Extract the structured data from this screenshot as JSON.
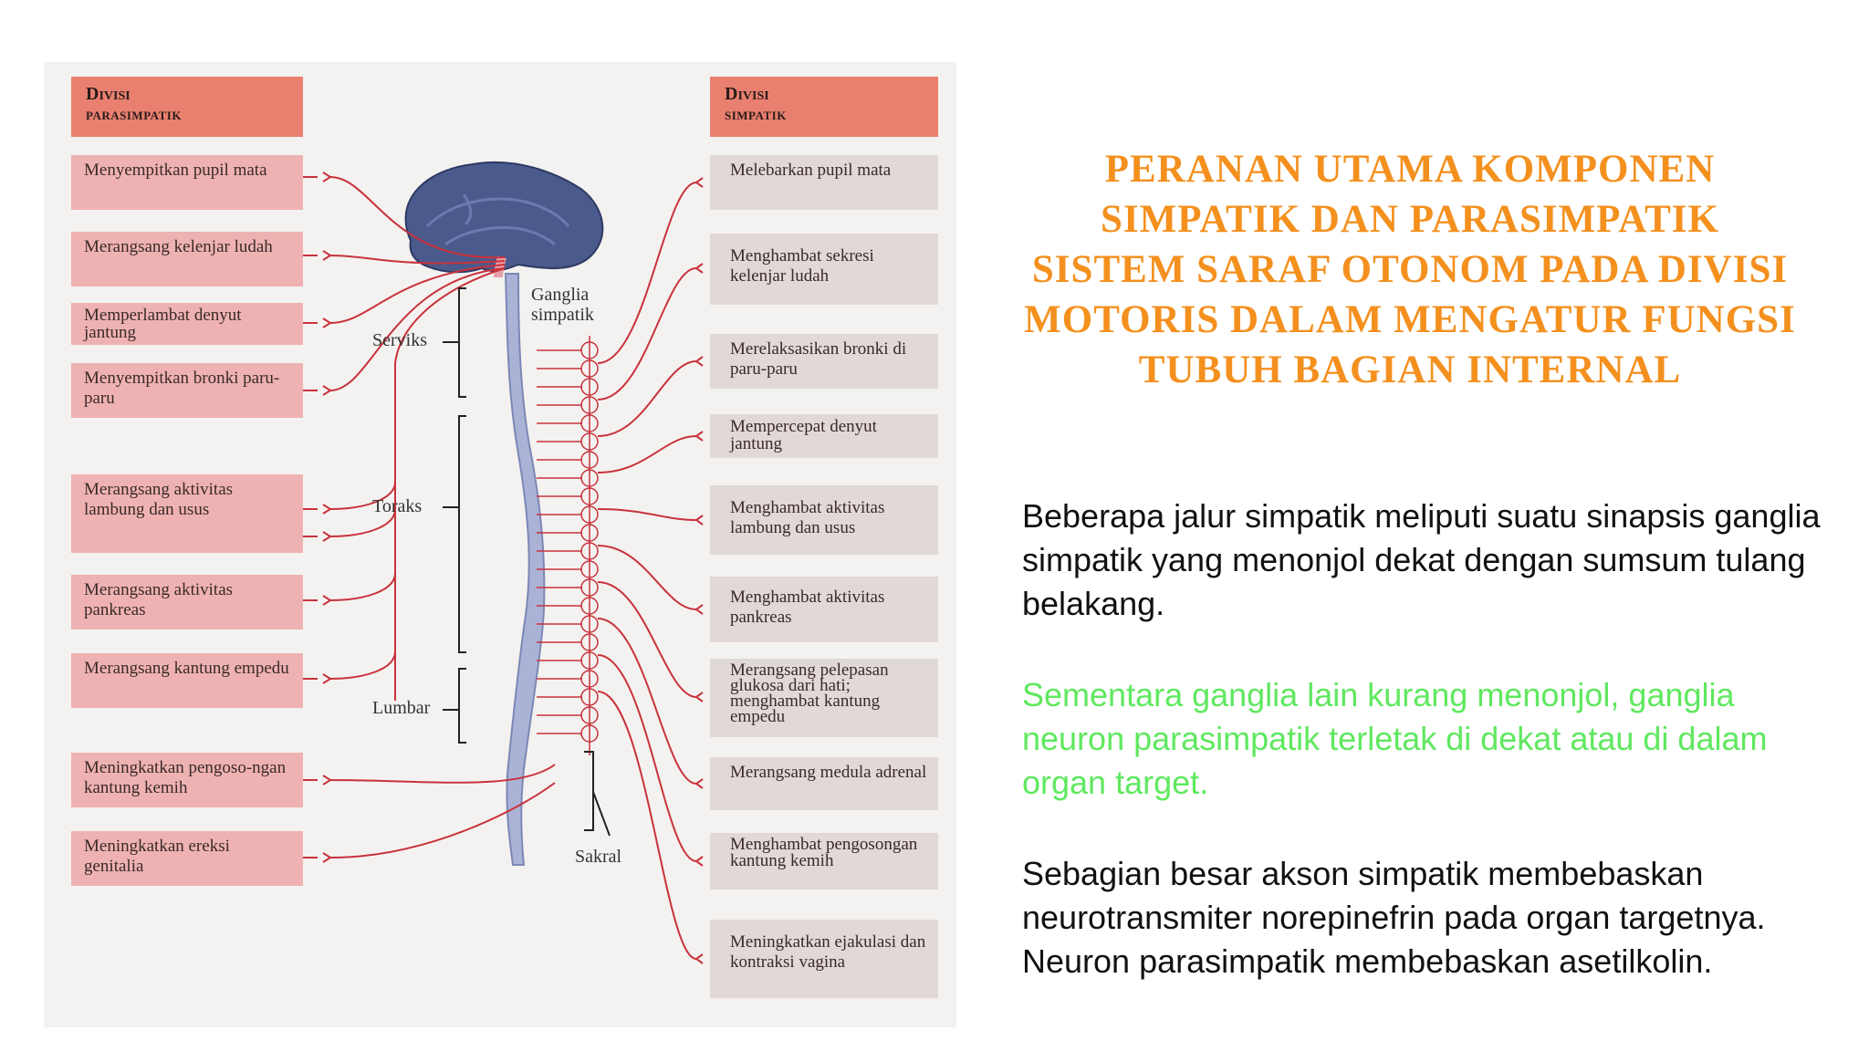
{
  "title": "PERANAN UTAMA  KOMPONEN SIMPATIK  DAN PARASIMPATIK SISTEM SARAF OTONOM  PADA DIVISI MOTORIS DALAM MENGATUR FUNGSI  TUBUH BAGIAN INTERNAL",
  "paragraphs": [
    "Beberapa jalur simpatik meliputi suatu  sinapsis ganglia simpatik yang menonjol  dekat dengan sumsum tulang belakang.",
    "Sementara ganglia lain kurang  menonjol, ganglia neuron parasimpatik  terletak di dekat atau di dalam organ  target.",
    "Sebagian besar akson simpatik membebaskan neurotransmiter norepinefrin pada organ targetnya.  Neuron parasimpatik membebaskan  asetilkolin."
  ],
  "colors": {
    "title": "#f4901e",
    "highlight": "#5fe85f",
    "nerve": "#c8323c",
    "brain": "#4a5a8c"
  },
  "diagram": {
    "para_header": {
      "line1": "Divisi",
      "line2": "PARASIMPATIK"
    },
    "simp_header": {
      "line1": "Divisi",
      "line2": "SIMPATIK"
    },
    "ganglia_label": "Ganglia simpatik",
    "segments": {
      "serviks": "Serviks",
      "toraks": "Toraks",
      "lumbar": "Lumbar",
      "sakral": "Sakral"
    },
    "para_items": [
      "Menyempitkan pupil mata",
      "Merangsang kelenjar ludah",
      "Memperlambat denyut jantung",
      "Menyempitkan bronki paru-paru",
      "Merangsang aktivitas lambung dan usus",
      "Merangsang aktivitas pankreas",
      "Merangsang kantung empedu",
      "Meningkatkan pengoso-ngan kantung kemih",
      "Meningkatkan ereksi genitalia"
    ],
    "simp_items": [
      "Melebarkan pupil mata",
      "Menghambat sekresi kelenjar ludah",
      "Merelaksasikan bronki di paru-paru",
      "Mempercepat denyut jantung",
      "Menghambat aktivitas lambung dan usus",
      "Menghambat aktivitas pankreas",
      "Merangsang pelepasan glukosa dari hati; menghambat kantung empedu",
      "Merangsang medula adrenal",
      "Menghambat pengosongan kantung kemih",
      "Meningkatkan ejakulasi dan kontraksi vagina"
    ]
  }
}
